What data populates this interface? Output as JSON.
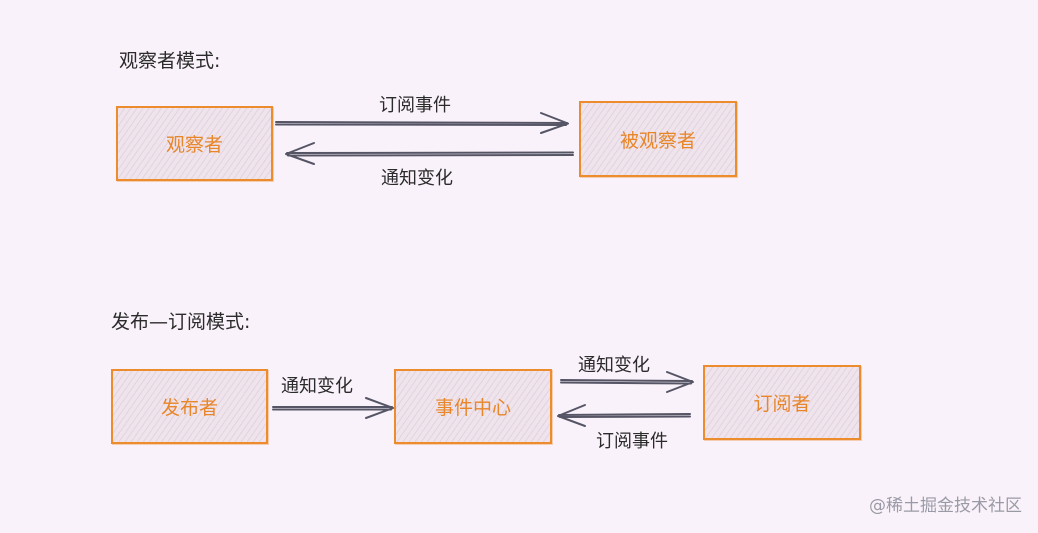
{
  "observer_section": {
    "title": "观察者模式:",
    "nodes": {
      "observer": "观察者",
      "subject": "被观察者"
    },
    "edges": {
      "subscribe": "订阅事件",
      "notify": "通知变化"
    }
  },
  "pubsub_section": {
    "title": "发布—订阅模式:",
    "nodes": {
      "publisher": "发布者",
      "event_center": "事件中心",
      "subscriber": "订阅者"
    },
    "edges": {
      "publish_notify": "通知变化",
      "center_notify": "通知变化",
      "subscribe": "订阅事件"
    }
  },
  "watermark": "@稀土掘金技术社区",
  "colors": {
    "node_border": "#ec8c2c",
    "node_text": "#e8862a",
    "arrow": "#555566",
    "background": "#faf2fa"
  }
}
